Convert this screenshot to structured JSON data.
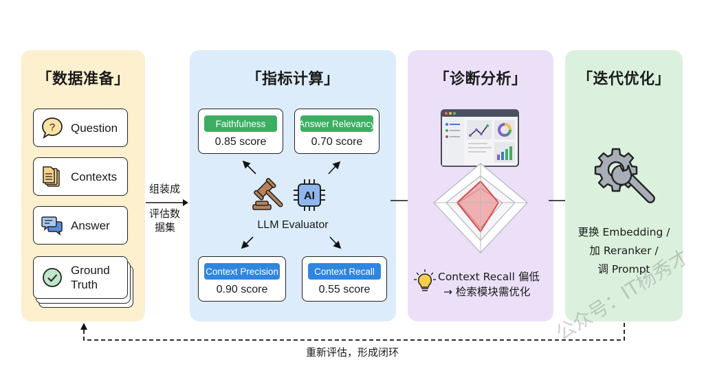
{
  "stages": [
    {
      "title": "「数据准备」",
      "color": "#fdf0cf"
    },
    {
      "title": "「指标计算」",
      "color": "#dcecfa"
    },
    {
      "title": "「诊断分析」",
      "color": "#ebe0f8"
    },
    {
      "title": "「迭代优化」",
      "color": "#dbf1de"
    }
  ],
  "data_prep": {
    "items": [
      {
        "label": "Question",
        "icon": "question-bubble-icon"
      },
      {
        "label": "Contexts",
        "icon": "documents-icon"
      },
      {
        "label": "Answer",
        "icon": "chat-bubbles-icon"
      },
      {
        "label_line1": "Ground",
        "label_line2": "Truth",
        "icon": "check-circle-icon"
      }
    ]
  },
  "connector1": {
    "line1": "组装成",
    "line2": "评估数",
    "line3": "据集"
  },
  "metrics": {
    "evaluator_label": "LLM Evaluator",
    "ai_chip_text": "AI",
    "cards": [
      {
        "name": "Faithfulness",
        "score": "0.85 score",
        "tag_color": "#3cae62"
      },
      {
        "name": "Answer Relevancy",
        "score": "0.70 score",
        "tag_color": "#3cae62"
      },
      {
        "name": "Context Precision",
        "score": "0.90 score",
        "tag_color": "#2f86e0"
      },
      {
        "name": "Context Recall",
        "score": "0.55 score",
        "tag_color": "#2f86e0"
      }
    ]
  },
  "diagnosis": {
    "insight_line1": "Context Recall 偏低",
    "insight_line2": "→ 检索模块需优化",
    "radar_accent": "#d94a4a"
  },
  "optimize": {
    "line1": "更换 Embedding /",
    "line2": "加 Reranker /",
    "line3": "调 Prompt"
  },
  "loop": {
    "label": "重新评估，形成闭环"
  },
  "watermark": "公众号：IT杨秀才"
}
